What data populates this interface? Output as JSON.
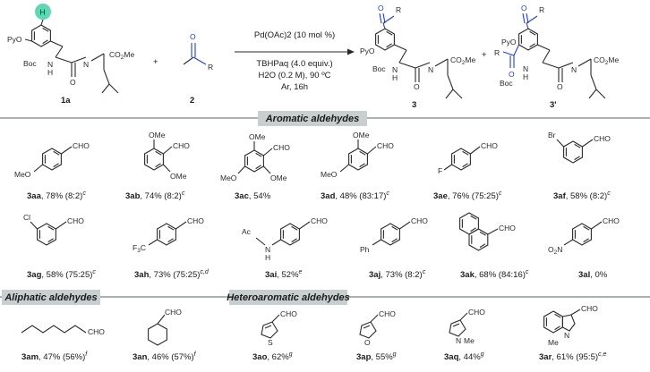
{
  "scheme": {
    "substrate": {
      "id": "1a",
      "py_label": "PyO",
      "h_label": "H",
      "boc": "Boc",
      "nh": "N",
      "h": "H",
      "ester": "CO2Me"
    },
    "aldehyde": {
      "id": "2",
      "r_label": "R",
      "o_label": "O"
    },
    "conditions": [
      "Pd(OAc)2 (10 mol %)",
      "TBHPaq (4.0 equiv.)",
      "H2O (0.2 M), 90 ºC",
      "Ar, 16h"
    ],
    "product_mono": {
      "id": "3"
    },
    "product_di": {
      "id": "3'"
    },
    "plus": "+"
  },
  "sections": {
    "aromatic": "Aromatic aldehydes",
    "aliphatic": "Aliphatic aldehydes",
    "heteroaromatic": "Heteroaromatic aldehydes"
  },
  "entries": [
    {
      "id": "3aa",
      "yield": "78% (8:2)",
      "note": "c",
      "sub": "MeO"
    },
    {
      "id": "3ab",
      "yield": "74% (8:2)",
      "note": "c",
      "sub": "OMe / OMe"
    },
    {
      "id": "3ac",
      "yield": "54%",
      "note": "",
      "sub": "OMe / MeO / OMe"
    },
    {
      "id": "3ad",
      "yield": "48% (83:17)",
      "note": "c",
      "sub": "OMe / MeO"
    },
    {
      "id": "3ae",
      "yield": "76% (75:25)",
      "note": "c",
      "sub": "F"
    },
    {
      "id": "3af",
      "yield": "58% (8:2)",
      "note": "c",
      "sub": "Br"
    },
    {
      "id": "3ag",
      "yield": "58% (75:25)",
      "note": "c",
      "sub": "Cl"
    },
    {
      "id": "3ah",
      "yield": "73% (75:25)",
      "note": "c,d",
      "sub": "F3C"
    },
    {
      "id": "3ai",
      "yield": "52%",
      "note": "e",
      "sub": "AcNH"
    },
    {
      "id": "3aj",
      "yield": "73% (8:2)",
      "note": "c",
      "sub": "Ph"
    },
    {
      "id": "3ak",
      "yield": "68% (84:16)",
      "note": "c",
      "sub": "naphthyl"
    },
    {
      "id": "3al",
      "yield": "0%",
      "note": "",
      "sub": "O2N"
    },
    {
      "id": "3am",
      "yield": "47% (56%)",
      "note": "f",
      "sub": "heptyl"
    },
    {
      "id": "3an",
      "yield": "46% (57%)",
      "note": "f",
      "sub": "cyclohexyl"
    },
    {
      "id": "3ao",
      "yield": "62%",
      "note": "g",
      "sub": "thienyl"
    },
    {
      "id": "3ap",
      "yield": "55%",
      "note": "g",
      "sub": "furyl"
    },
    {
      "id": "3aq",
      "yield": "44%",
      "note": "g",
      "sub": "N-Me pyrrolyl"
    },
    {
      "id": "3ar",
      "yield": "61% (95:5)",
      "note": "c,e",
      "sub": "N-Me indolyl"
    }
  ],
  "labels": {
    "cho": "CHO",
    "ome": "OMe",
    "meo": "MeO",
    "me": "Me",
    "ac": "Ac",
    "nme": "Me",
    "o2n": "O2N"
  }
}
